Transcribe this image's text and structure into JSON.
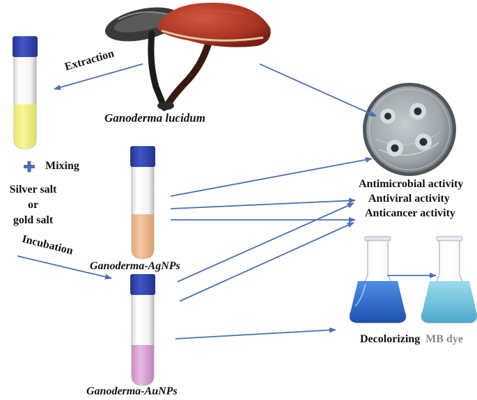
{
  "colors": {
    "arrow": "#4a6fb5",
    "cap": "#3147b4",
    "extract_liquid": "#f2f287",
    "ag_liquid": "#edbd96",
    "au_liquid": "#dba6d8",
    "blue_solution": "#2f6fd6",
    "light_solution": "#6fc3de",
    "mushroom_cap": "#b03a27",
    "text": "#111111",
    "mb_dye_text": "#8a8a8a"
  },
  "icons": {
    "plus": "plus-icon",
    "arrow": "arrow-icon"
  },
  "labels": {
    "extraction": "Extraction",
    "ganoderma": "Ganoderma lucidum",
    "mixing": "Mixing",
    "salt_line1": "Silver salt",
    "salt_line2": "or",
    "salt_line3": "gold salt",
    "incubation": "Incubation",
    "agnps": "Ganoderma-AgNPs",
    "aunps": "Ganoderma-AuNPs",
    "antimicrobial": "Antimicrobial activity",
    "antiviral": "Antiviral activity",
    "anticancer": "Anticancer activity",
    "decolorizing": "Decolorizing",
    "mb_dye": "MB dye"
  }
}
